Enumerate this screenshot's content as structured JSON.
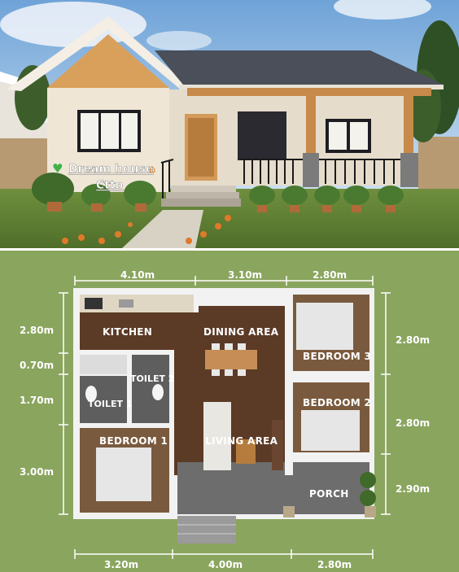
{
  "caption": {
    "title": "Dream house",
    "credit": "Ctto"
  },
  "plan": {
    "top_dims": [
      "4.10m",
      "3.10m",
      "2.80m"
    ],
    "bottom_dims": [
      "3.20m",
      "4.00m",
      "2.80m"
    ],
    "left_dims": [
      "2.80m",
      "0.70m",
      "1.70m",
      "3.00m"
    ],
    "right_dims": [
      "2.80m",
      "2.80m",
      "2.90m"
    ],
    "rooms": {
      "kitchen": "KITCHEN",
      "dining": "DINING AREA",
      "toilet2": "TOILET 2",
      "toilet1": "TOILET 1",
      "bedroom1": "BEDROOM 1",
      "living": "LIVING AREA",
      "bedroom3": "BEDROOM 3",
      "bedroom2": "BEDROOM 2",
      "porch": "PORCH"
    }
  },
  "colors": {
    "plan_background": "#8aa55e",
    "wood_floor": "#5b3a26",
    "wall": "#f2f2f2",
    "tile_floor": "#6d6d6d",
    "roof": "#4a4f5a",
    "sky": "#9cc3e6"
  }
}
